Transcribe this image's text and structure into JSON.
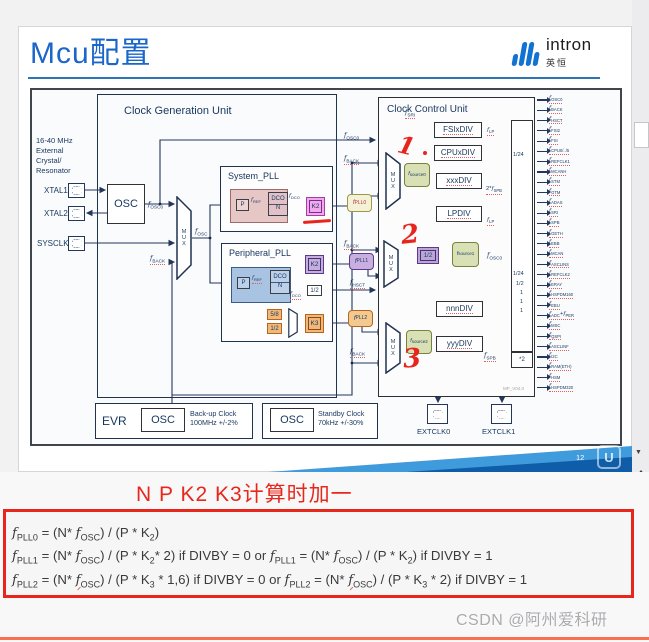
{
  "header": {
    "title": "Mcu配置",
    "logo_text": "intron",
    "logo_cn": "英恒"
  },
  "slide": {
    "page_number": "12",
    "corner_logo": "U"
  },
  "cgu": {
    "title": "Clock Generation Unit",
    "crystal_note_lines": [
      "16-40 MHz",
      "External",
      "Crystal/",
      "Resonator"
    ],
    "pin_xtal1": "XTAL1",
    "pin_xtal2": "XTAL2",
    "pin_sysclk": "SYSCLK",
    "osc": "OSC",
    "mux": "MUX",
    "lbl_fosc0": "f_[OSC0]",
    "lbl_fosc": "f_[OSC]",
    "lbl_fback": "f_[BACK]",
    "sys": {
      "title": "System_PLL",
      "p": "P",
      "fref": "f_[REF]",
      "dco": "DCO",
      "n": "N",
      "fdco": "f_[DCO]",
      "k2": "K2"
    },
    "per": {
      "title": "Peripheral_PLL",
      "p": "P",
      "fref": "f_[REF]",
      "dco": "DCO",
      "n": "N",
      "fdco": "f_[DCO]",
      "k2": "K2",
      "half": "1/2",
      "r58": "5/8",
      "r12": "1/2",
      "k3": "K3"
    },
    "mid": {
      "fosc0": "f_[OSC0]",
      "fback1": "f_[BACK]",
      "fpll0": "f_[PLL0]",
      "fback2": "f_[BACK]",
      "fpll1": "f_[PLL1]",
      "fhsct": "f_[HSCT]",
      "fpll2": "f_[PLL2]",
      "fback3": "f_[BACK]"
    }
  },
  "ccu": {
    "title": "Clock Control Unit",
    "mux": "MUX",
    "fsri": "f_[SRI]",
    "src0": "f_[source0]",
    "src1": "f_[source1]",
    "src2": "f_[source2]",
    "div_fsix": "FSIxDIV",
    "div_cpux": "CPUxDIV",
    "div_xxx": "xxxDIV",
    "div_lp": "LPDIV",
    "div_nnn": "nnnDIV",
    "div_yyy": "yyyDIV",
    "lbl_flp1": "f_[LP]",
    "lbl_124a": "1/24",
    "lbl_2fspb": "2*f_[SPB]",
    "lbl_flp2": "f_[LP]",
    "lbl_half": "1/2",
    "lbl_fosc0": "f_[OSC0]",
    "lbl_124b": "1/24",
    "lbl_12": "1/2",
    "lbl_1a": "1",
    "lbl_1b": "1",
    "lbl_1c": "1",
    "lbl_fspb": "f_[SPB]",
    "lbl_x2": "*2",
    "fineprint": "MP_V04.0",
    "ann1": "1",
    "ann2": "2",
    "ann3": "3"
  },
  "outputs": [
    "f_[OSC0]",
    "f_[BACK]",
    "f_[HSCT]",
    "f_[FSI2]",
    "f_[FSI]",
    "f_[CPU0/../5]",
    "f_[REFCLK1]",
    "f_[MCANH]",
    "f_[STM]",
    "f_[GTM]",
    "f_[ADAS]",
    "f_[SRI]",
    "f_[SPB]",
    "f_[GETH]",
    "f_[EBB]",
    "f_[MCAN]",
    "f_[ASCLINS]",
    "f_[REFCLK2]",
    "f_[ERAY]",
    "f_[HSPDM160]",
    "f_[EBU]",
    "f_[ADC]+f_[PER]",
    "f_[MSC]",
    "f_[QSPI]",
    "f_[ASCLINF]",
    "f_[I2C]",
    "f_[RAM(ETH)]",
    "f_[HSM]",
    "f_[HSPDM320]"
  ],
  "bottom": {
    "evr": "EVR",
    "osc_a": "OSC",
    "backup1": "Back-up Clock",
    "backup2": "100MHz +/-2%",
    "osc_b": "OSC",
    "standby1": "Standby Clock",
    "standby2": "70kHz +/-30%",
    "extclk0": "EXTCLK0",
    "extclk1": "EXTCLK1"
  },
  "note_text": "N P K2 K3计算时加一",
  "formulas": [
    "f_[PLL0] = (N* f_[OSC]) / (P * K_[2])",
    "f_[PLL1] = (N* f_[OSC]) / (P * K_[2]* 2) if DIVBY = 0 or f_[PLL1] = (N* f_[OSC]) / (P * K_[2])  if DIVBY = 1",
    "f_[PLL2] = (N* f~[OSC]) / (P * K_[3] * 1,6) if DIVBY = 0 or f_[PLL2] = (N* f~[OSC]) / (P * K_[3] * 2) if DIVBY = 1"
  ],
  "watermark": "CSDN @阿州爱科研",
  "sidebar": {
    "dropdown_icon": "▼"
  },
  "colors": {
    "title_blue": "#1b66c9",
    "accent_red": "#e8271c",
    "navy": "#17365d",
    "ribbon_light": "#3f9bdb",
    "ribbon_dark": "#0f5ca8",
    "logo_blue": "#1272d2",
    "watermark_gray": "#aaabad",
    "bottom_rule_orange": "#fb7050"
  }
}
